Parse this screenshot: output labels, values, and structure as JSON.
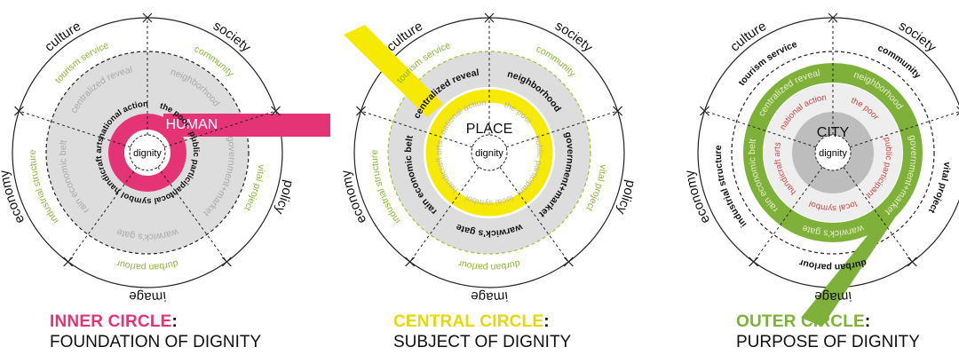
{
  "colors": {
    "inner": "#e43476",
    "central": "#f6ea00",
    "outer": "#7fb13a",
    "green_text": "#8ab534",
    "grey_fill": "#dddddd",
    "red_text": "#d6403f"
  },
  "outer_words": {
    "culture": "culture",
    "society": "society",
    "policy": "policy",
    "image": "image",
    "economy": "economy"
  },
  "middle_labels": {
    "tourism": "tourism service",
    "community": "community",
    "vital": "vital project",
    "durban": "durban parlour",
    "industrial": "industrial structure"
  },
  "grey_labels": {
    "centralized": "centralized reveal",
    "neighborhood": "neighborhood",
    "government": "government+market",
    "warwick": "warwick's gate",
    "rain": "rain economic belt"
  },
  "inner_labels": {
    "national": "national action",
    "poor": "the poor",
    "public": "public participant",
    "symbol": "local symbol",
    "handicraft": "handicraft arts"
  },
  "core_label": "dignity",
  "diagrams": [
    {
      "key": "inner",
      "center_word": "HUMAN",
      "caption_title": "INNER CIRCLE",
      "caption_colon": ":",
      "caption_sub": "FOUNDATION OF DIGNITY"
    },
    {
      "key": "central",
      "center_word": "PLACE",
      "caption_title": "CENTRAL CIRCLE",
      "caption_colon": ":",
      "caption_sub": "SUBJECT OF DIGNITY"
    },
    {
      "key": "outer",
      "center_word": "CITY",
      "caption_title": "OUTER CIRCLE",
      "caption_colon": ":",
      "caption_sub": "PURPOSE OF DIGNITY"
    }
  ]
}
